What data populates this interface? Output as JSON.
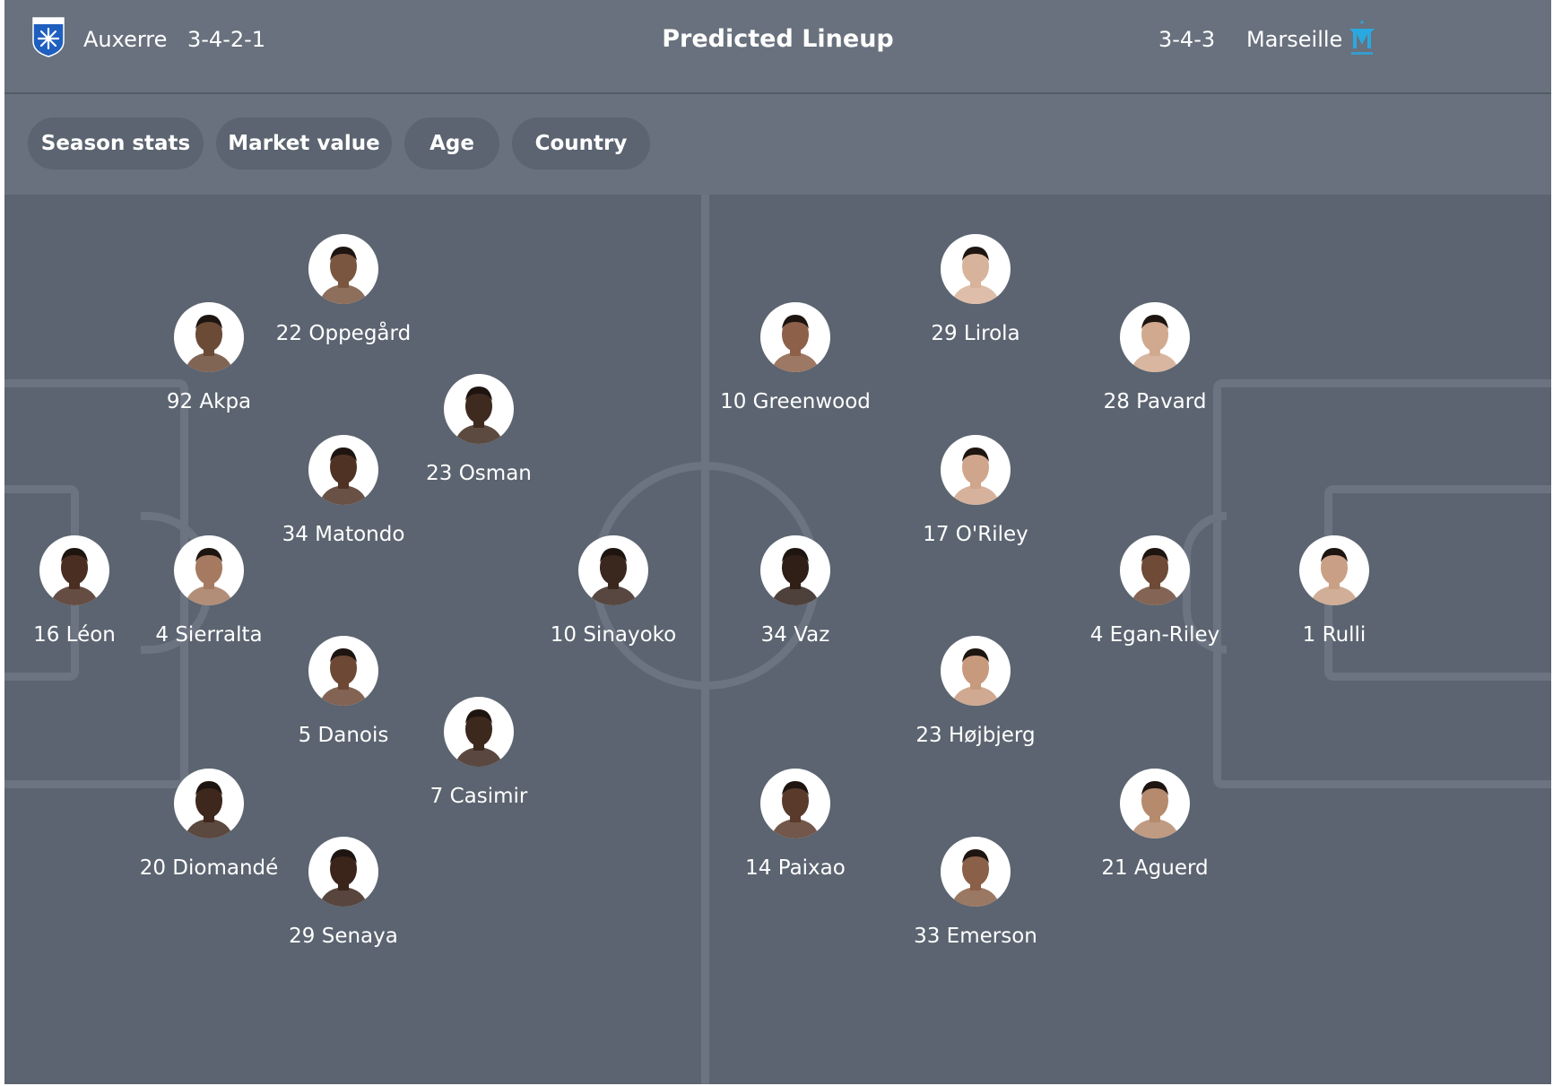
{
  "header": {
    "title": "Predicted Lineup",
    "home": {
      "name": "Auxerre",
      "formation": "3-4-2-1",
      "crest": "auxerre-crest-icon"
    },
    "away": {
      "name": "Marseille",
      "formation": "3-4-3",
      "crest": "marseille-crest-icon"
    }
  },
  "filters": [
    "Season stats",
    "Market value",
    "Age",
    "Country"
  ],
  "colors": {
    "pitch": "#5b6470",
    "header": "#68717d",
    "chip": "#5b6470",
    "lines": "#6b7480",
    "auxerre_blue": "#1f5fbf",
    "marseille_blue": "#2aa9e0"
  },
  "home_players": [
    {
      "label": "16 Léon",
      "skin": "#4a2e22"
    },
    {
      "label": "92 Akpa",
      "skin": "#6b4a36"
    },
    {
      "label": "4 Sierralta",
      "skin": "#a57a60"
    },
    {
      "label": "20 Diomandé",
      "skin": "#3e281d"
    },
    {
      "label": "22 Oppegård",
      "skin": "#7a5640"
    },
    {
      "label": "34 Matondo",
      "skin": "#4f3224"
    },
    {
      "label": "5 Danois",
      "skin": "#6d4835"
    },
    {
      "label": "29 Senaya",
      "skin": "#3b251b"
    },
    {
      "label": "23 Osman",
      "skin": "#3f2a1f"
    },
    {
      "label": "7 Casimir",
      "skin": "#3d281e"
    },
    {
      "label": "10 Sinayoko",
      "skin": "#3a271e"
    }
  ],
  "away_players": [
    {
      "label": "1 Rulli",
      "skin": "#c9a086"
    },
    {
      "label": "28 Pavard",
      "skin": "#d1a98f"
    },
    {
      "label": "4 Egan-Riley",
      "skin": "#6e4a37"
    },
    {
      "label": "21 Aguerd",
      "skin": "#b58a6d"
    },
    {
      "label": "29 Lirola",
      "skin": "#d8b39b"
    },
    {
      "label": "17 O'Riley",
      "skin": "#cfa58b"
    },
    {
      "label": "23 Højbjerg",
      "skin": "#c79a7e"
    },
    {
      "label": "33 Emerson",
      "skin": "#8a6048"
    },
    {
      "label": "10 Greenwood",
      "skin": "#8c6049"
    },
    {
      "label": "34 Vaz",
      "skin": "#2f1f17"
    },
    {
      "label": "14 Paixao",
      "skin": "#5a3a2a"
    }
  ]
}
